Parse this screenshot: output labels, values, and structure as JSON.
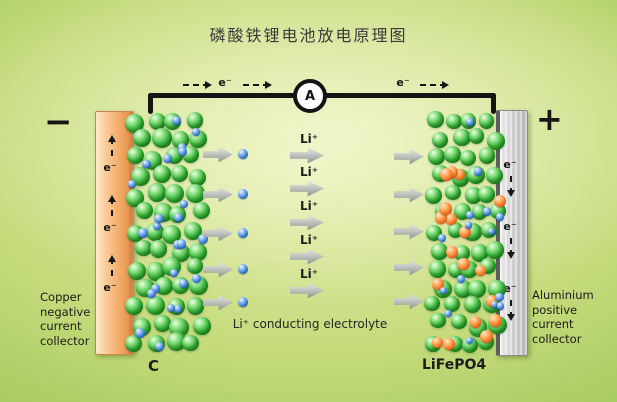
{
  "title": "磷酸铁锂电池放电原理图",
  "circuit": {
    "ammeter_label": "A",
    "electron_left_label": "e⁻",
    "electron_right_label": "e⁻"
  },
  "terminals": {
    "negative": "−",
    "positive": "+"
  },
  "left_collector": {
    "label": "Copper\nnegative\ncurrent\ncollector",
    "electrons": [
      "e⁻",
      "e⁻",
      "e⁻"
    ]
  },
  "right_collector": {
    "label": "Aluminium\npositive\ncurrent\ncollector",
    "electrons": [
      "e⁻",
      "e⁻",
      "e⁻"
    ]
  },
  "electrodes": {
    "anode_label": "C",
    "cathode_label": "LiFePO4"
  },
  "electrolyte": {
    "ion_labels": [
      "Li⁺",
      "Li⁺",
      "Li⁺",
      "Li⁺",
      "Li⁺"
    ],
    "caption": "Li⁺ conducting electrolyte"
  }
}
